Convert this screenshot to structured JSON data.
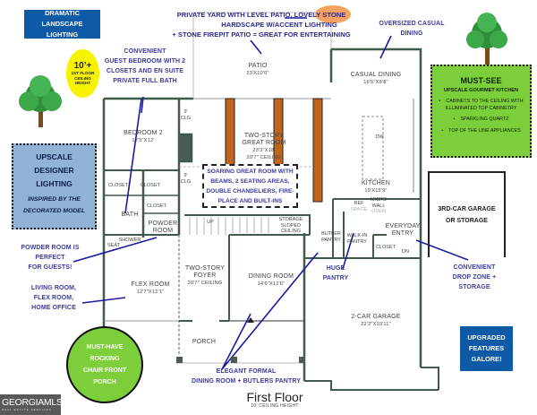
{
  "colors": {
    "callout_text": "#3b3b9c",
    "arrow": "#1a1aa0",
    "blue_box": "#0e5aa7",
    "light_blue_box": "#92b3d6",
    "green": "#7ccf3a",
    "yellow": "#f6f200",
    "beam": "#c0641e",
    "wall": "#3f5a4a"
  },
  "boxes": {
    "landscape_lighting": [
      "DRAMATIC  LANDSCAPE",
      "LIGHTING"
    ],
    "ceiling_height": {
      "big": "10’+",
      "small": [
        "1ST FLOOR",
        "CEILING",
        "HEIGHT"
      ]
    },
    "designer_lighting": {
      "title": [
        "UPSCALE",
        "DESIGNER",
        "LIGHTING"
      ],
      "subtitle": [
        "INSPIRED BY THE",
        "DECORATED MODEL"
      ]
    },
    "kitchen_feature": {
      "title": "MUST-SEE",
      "subtitle": "UPSCALE GOURMET KITCHEN",
      "bullets": [
        "CABINETS TO THE CEILING WITH ILLUMINATED TOP CABINETRY",
        "SPARKLING QUARTZ",
        "TOP OF THE LINE APPLIANCES"
      ]
    },
    "great_room_feature": [
      "SOARING GREAT ROOM WITH",
      "BEAMS, 2 SEATING AREAS,",
      "DOUBLE CHANDELIERS, FIRE-",
      "PLACE AND BUILT-INS"
    ],
    "third_garage": [
      "3RD-CAR GARAGE",
      "OR STORAGE"
    ],
    "porch_circle": [
      "MUST-HAVE",
      "ROCKING",
      "CHAIR FRONT",
      "PORCH"
    ],
    "upgraded_features": [
      "UPGRADED",
      "FEATURES",
      "GALORE!"
    ]
  },
  "callouts": {
    "yard": [
      "PRIVATE YARD WITH LEVEL PATIO, LOVELY STONE",
      "HARDSCAPE W/ACCENT LIGHTING",
      "+ STONE FIREPIT PATIO = GREAT FOR ENTERTAINING"
    ],
    "casual_dining": [
      "OVERSIZED CASUAL",
      "DINING"
    ],
    "guest_bedroom": [
      "CONVENIENT",
      "GUEST BEDROOM WITH 2",
      "CLOSETS AND EN SUITE",
      "PRIVATE FULL BATH"
    ],
    "powder_room": [
      "POWDER ROOM IS PERFECT",
      "FOR GUESTS!"
    ],
    "flex_room": [
      "LIVING ROOM,",
      "FLEX ROOM,",
      "HOME OFFICE"
    ],
    "pantry": [
      "HUGE",
      "PANTRY"
    ],
    "drop_zone": [
      "CONVENIENT",
      "DROP ZONE +",
      "STORAGE"
    ],
    "formal_dining": [
      "ELEGANT FORMAL",
      "DINING ROOM + BUTLERS PANTRY"
    ]
  },
  "rooms": {
    "patio": {
      "name": "PATIO",
      "dim": "23'X10'6\""
    },
    "casual_dining": {
      "name": "CASUAL DINING",
      "dim": "16'5\"X8'8\""
    },
    "bedroom2": {
      "name": "BEDROOM 2",
      "dim": "12'3\"X12'"
    },
    "great_room": {
      "name": "TWO-STORY GREAT ROOM",
      "dim": "23'3\"X18'",
      "note": "20'7\" CEILING"
    },
    "kitchen": {
      "name": "KITCHEN",
      "dim": "19'X15'9\""
    },
    "closet_a": "CLOSET",
    "closet_b": "CLOSET",
    "closet_c": "CLOSET",
    "closet_d": "CLOSET",
    "bath": "BATH",
    "powder_room": "POWDER ROOM",
    "shower": "SHOWER",
    "seat": "SEAT",
    "clg_top": [
      "9'",
      "CLG"
    ],
    "clg_bottom": [
      "9'",
      "CLG"
    ],
    "dw": "DW",
    "ref": [
      "REF",
      "SPACE"
    ],
    "micro": [
      "MICRO",
      "WALL",
      "OVEN"
    ],
    "up": "UP",
    "storage": [
      "STORAGE",
      "SLOPED",
      "CEILING"
    ],
    "butler_pantry": [
      "BUTLER",
      "PANTRY"
    ],
    "walk_in_pantry": [
      "WALK-IN",
      "PANTRY"
    ],
    "everyday_entry": [
      "EVERYDAY",
      "ENTRY"
    ],
    "dn": "DN",
    "flex_room": {
      "name": "FLEX ROOM",
      "dim": "12'7\"X12'1\""
    },
    "foyer": {
      "name": "TWO-STORY FOYER",
      "dim": "20'7\" CEILING"
    },
    "dining_room": {
      "name": "DINING ROOM",
      "dim": "14'6\"X12'6\""
    },
    "porch": "PORCH",
    "garage": {
      "name": "2-CAR GARAGE",
      "dim": "22'2\"X19'11\""
    }
  },
  "floor": {
    "title": "First Floor",
    "subtitle": "10' CEILING HEIGHT"
  },
  "logo": {
    "main": "GEORGIAMLS",
    "sub": "REAL ESTATE SERVICES"
  }
}
